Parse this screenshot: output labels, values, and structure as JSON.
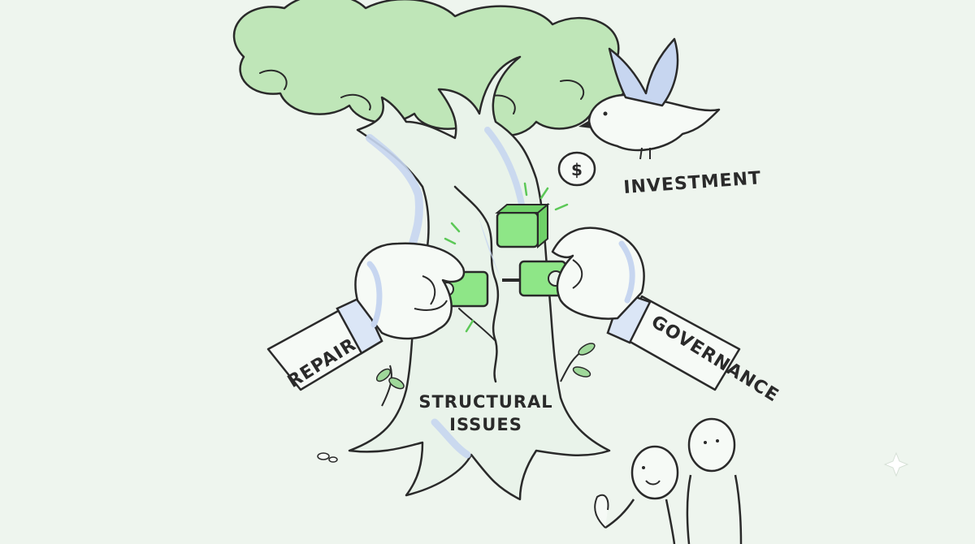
{
  "labels": {
    "investment": "INVESTMENT",
    "repair": "REPAIR",
    "governance": "GOVERNANCE",
    "structural_line1": "STRUCTURAL",
    "structural_line2": "ISSUES"
  },
  "icons": {
    "coin": "dollar-coin-icon",
    "sparkle": "sparkle-icon"
  },
  "colors": {
    "background": "#eef5ee",
    "foliage": "#b6e3b0",
    "trunk_shadow": "#c7d6f0",
    "brackets": "#7ee07a",
    "outline": "#2a2a2a"
  }
}
